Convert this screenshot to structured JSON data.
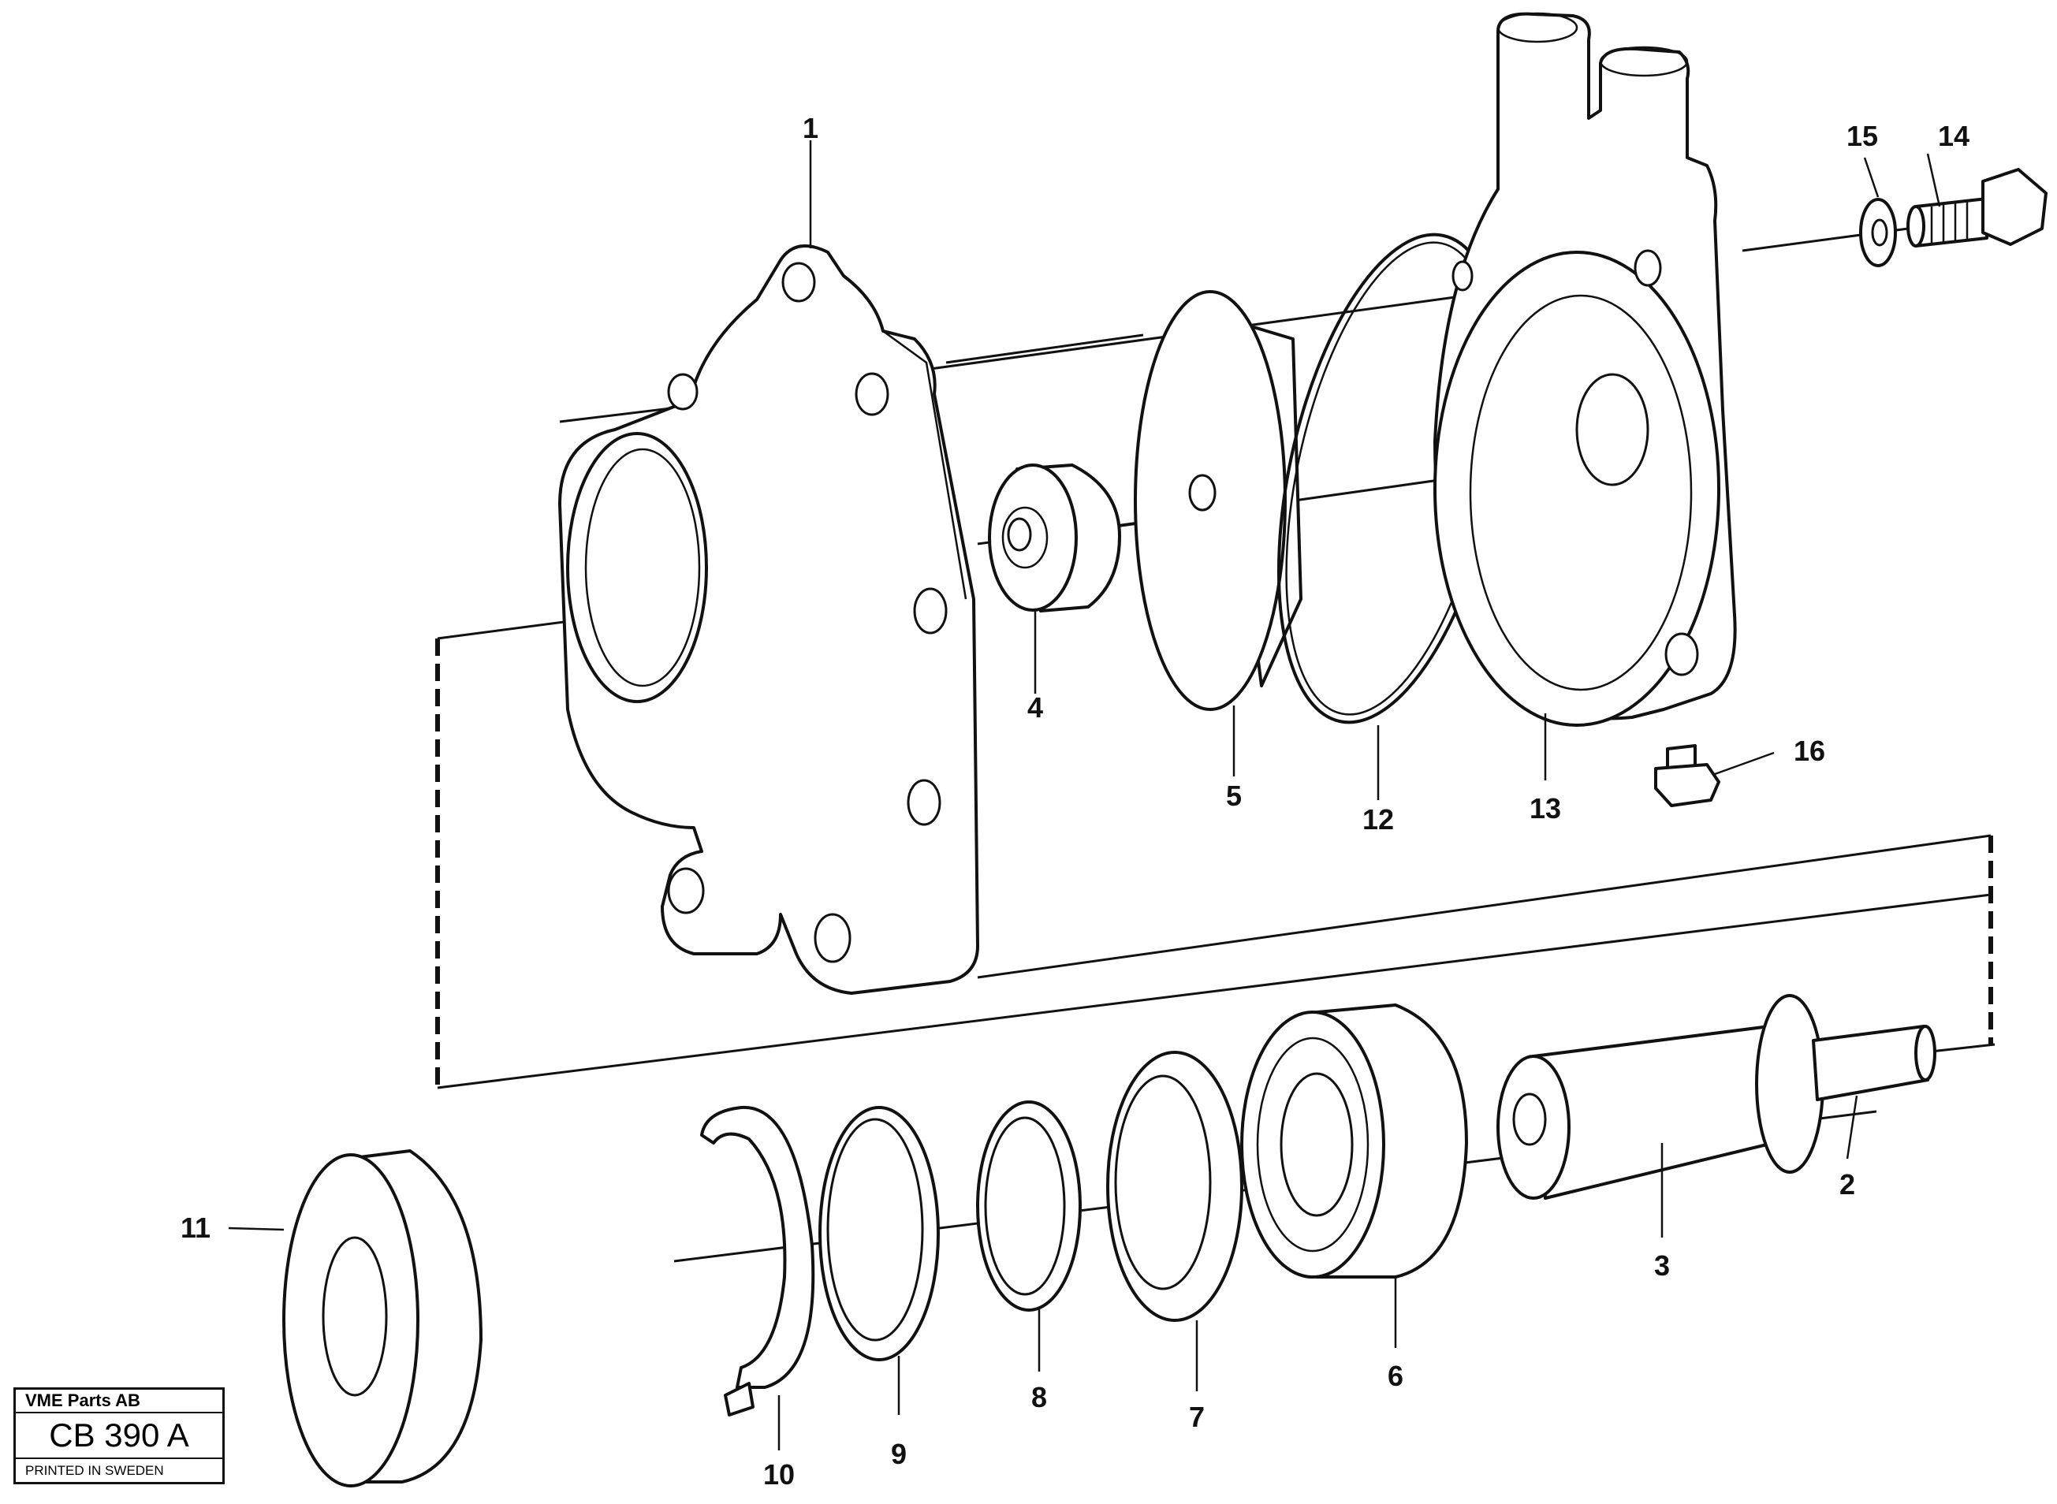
{
  "diagram": {
    "callouts": [
      "1",
      "2",
      "3",
      "4",
      "5",
      "6",
      "7",
      "8",
      "9",
      "10",
      "11",
      "12",
      "13",
      "14",
      "15",
      "16"
    ]
  },
  "title_block": {
    "company": "VME Parts AB",
    "code": "CB 390 A",
    "printed": "PRINTED IN SWEDEN"
  }
}
